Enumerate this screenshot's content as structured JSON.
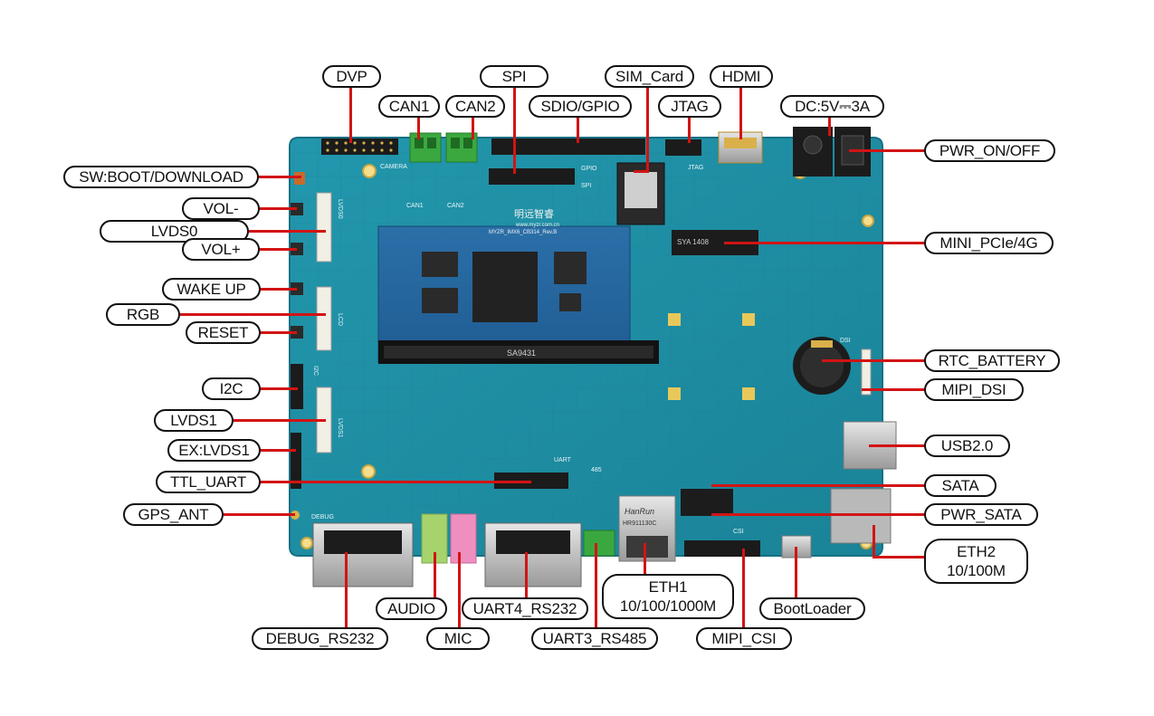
{
  "board": {
    "silkscreen": {
      "camera": "CAMERA",
      "can1": "CAN1",
      "can2": "CAN2",
      "gpio": "GPIO",
      "spi": "SPI",
      "jtag": "JTAG",
      "lvds0": "LVDS0",
      "lcd": "LCD",
      "i2c": "I2C",
      "lvds1": "LVDS1",
      "debug": "DEBUG",
      "uart": "UART",
      "rs485": "485",
      "csi": "CSI",
      "dsi": "DSI",
      "som_label": "MYZR_IMX6_CB314_Rev.B",
      "brand_cn": "明远智睿",
      "brand_url": "www.myzr.com.cn",
      "socket_part": "SA9431",
      "mini_pcie_part": "SYA 1408",
      "eth_jack_brand": "HanRun",
      "eth_jack_part": "HR911130C"
    }
  },
  "callouts": {
    "dvp": "DVP",
    "can1": "CAN1",
    "can2": "CAN2",
    "spi": "SPI",
    "sdio_gpio": "SDIO/GPIO",
    "sim_card": "SIM_Card",
    "jtag": "JTAG",
    "hdmi": "HDMI",
    "dc_in": "DC:5V⎓3A",
    "pwr_on_off": "PWR_ON/OFF",
    "sw_boot": "SW:BOOT/DOWNLOAD",
    "vol_minus": "VOL-",
    "lvds0": "LVDS0",
    "vol_plus": "VOL+",
    "mini_pcie": "MINI_PCIe/4G",
    "wake_up": "WAKE UP",
    "rgb": "RGB",
    "reset": "RESET",
    "rtc_battery": "RTC_BATTERY",
    "i2c": "I2C",
    "mipi_dsi": "MIPI_DSI",
    "lvds1": "LVDS1",
    "usb2": "USB2.0",
    "ex_lvds1": "EX:LVDS1",
    "ttl_uart": "TTL_UART",
    "sata": "SATA",
    "gps_ant": "GPS_ANT",
    "pwr_sata": "PWR_SATA",
    "eth2_line1": "ETH2",
    "eth2_line2": "10/100M",
    "eth1_line1": "ETH1",
    "eth1_line2": "10/100/1000M",
    "audio": "AUDIO",
    "uart4": "UART4_RS232",
    "bootloader": "BootLoader",
    "debug_rs232": "DEBUG_RS232",
    "mic": "MIC",
    "uart3": "UART3_RS485",
    "mipi_csi": "MIPI_CSI"
  },
  "colors": {
    "pcb": "#1d8fa6",
    "pcb_dark": "#147488",
    "leader": "#d21414",
    "terminal_green": "#3aa83f",
    "audio_green": "#a6d36b",
    "mic_pink": "#ee8fc0",
    "gold": "#d9b04a"
  }
}
